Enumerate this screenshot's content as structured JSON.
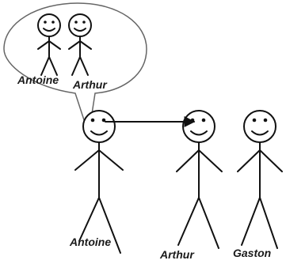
{
  "figures": [
    {
      "id": "antoine",
      "label": "Antoine"
    },
    {
      "id": "arthur",
      "label": "Arthur"
    },
    {
      "id": "gaston",
      "label": "Gaston"
    }
  ],
  "thought_bubble": {
    "owner": "antoine",
    "figures": [
      {
        "id": "antoine",
        "label": "Antoine"
      },
      {
        "id": "arthur",
        "label": "Arthur"
      }
    ]
  },
  "arrow": {
    "from": "antoine",
    "to": "arthur"
  }
}
